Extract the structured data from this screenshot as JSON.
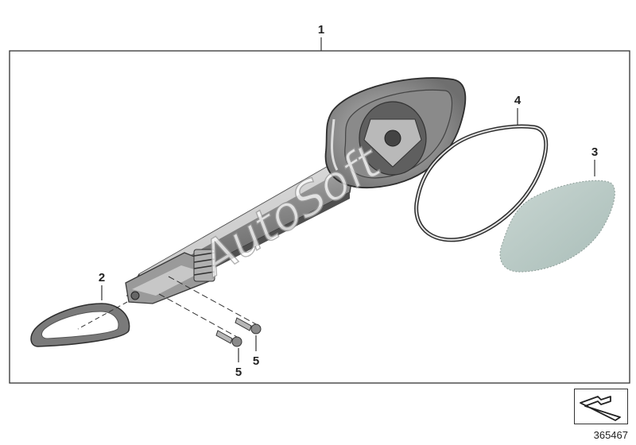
{
  "callouts": {
    "assembly": "1",
    "small_cover": "2",
    "mirror_glass": "3",
    "seal_frame": "4",
    "screw_left": "5",
    "screw_right": "5"
  },
  "watermark": "AutoSoft",
  "diagram_id": "365467",
  "icons": {
    "navigation": "arrow-icon"
  }
}
